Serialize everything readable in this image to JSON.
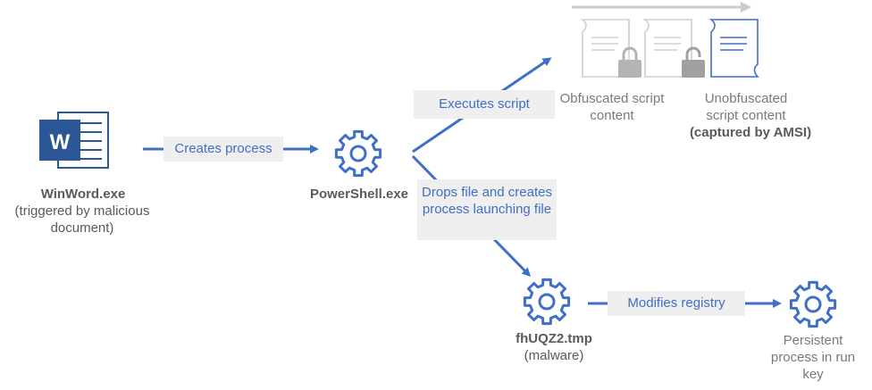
{
  "nodes": {
    "winword": {
      "name": "WinWord.exe",
      "desc": "(triggered by malicious document)",
      "icon": "word-icon"
    },
    "powershell": {
      "name": "PowerShell.exe",
      "icon": "gear-icon"
    },
    "tmp": {
      "name": "fhUQZ2.tmp",
      "desc": "(malware)",
      "icon": "gear-icon"
    },
    "persistent": {
      "desc": "Persistent process in run key",
      "icon": "gear-icon"
    }
  },
  "edges": {
    "creates_process": "Creates process",
    "executes_script": "Executes script",
    "drops_file": "Drops file and creates process launching file",
    "modifies_registry": "Modifies registry"
  },
  "scripts": {
    "obfuscated": "Obfuscated script content",
    "unobfuscated": "Unobfuscated script content",
    "captured": "(captured by AMSI)"
  },
  "colors": {
    "accent": "#3f6fc6",
    "word_blue": "#2b5797",
    "faded": "#c8c8c8",
    "lock": "#a8a8a8",
    "label_bg": "#efefef"
  }
}
